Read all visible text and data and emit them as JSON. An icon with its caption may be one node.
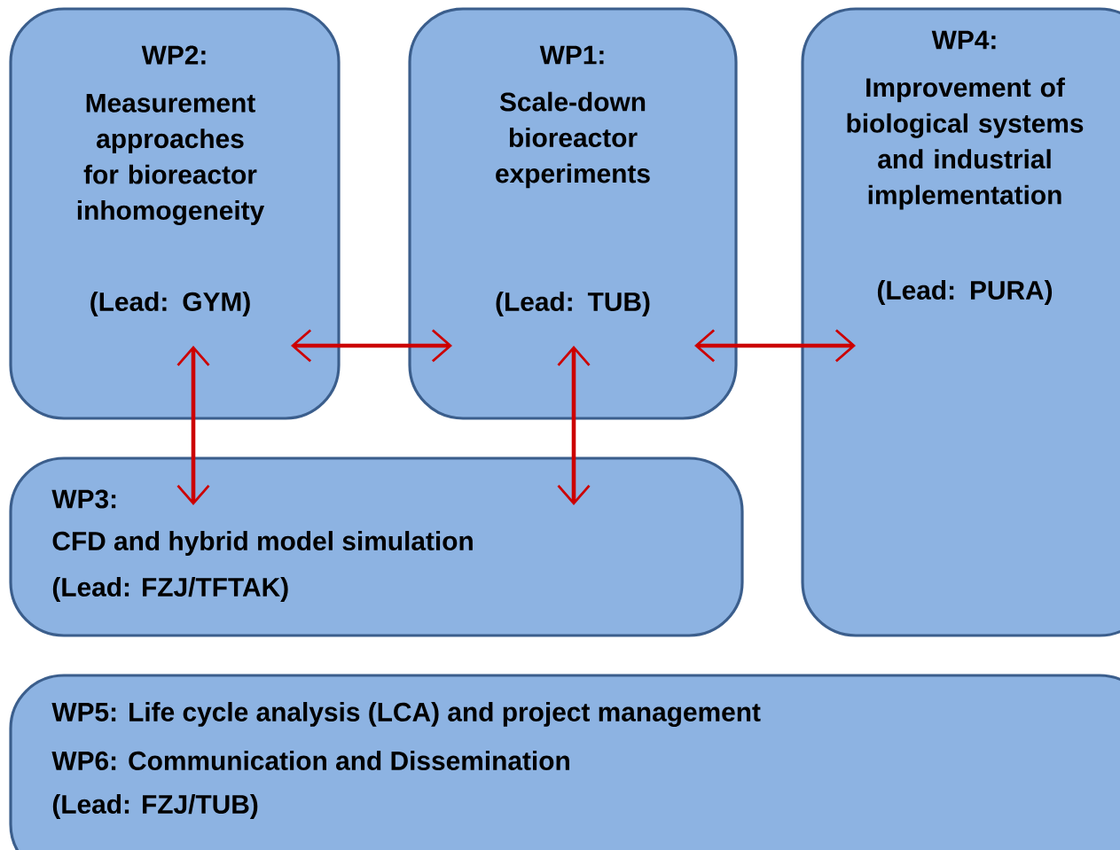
{
  "diagram": {
    "nodes": [
      {
        "text": [
          "WP2:",
          "Measurement approaches for bioreactor inhomogeneity",
          "(Lead: GYM)"
        ]
      },
      {
        "text": [
          "WP1:",
          "Scale-down bioreactor experiments",
          "(Lead: TUB)"
        ]
      },
      {
        "text": [
          "WP4:",
          "Improvement of biological systems and industrial implementation",
          "(Lead: PURA)"
        ]
      },
      {
        "text": [
          "WP3:",
          "CFD and hybrid model simulation",
          "(Lead: FZJ/TFTAK)"
        ]
      },
      {
        "text": [
          "WP5: Life cycle analysis (LCA) and project management",
          "WP6: Communication and Dissemination",
          "(Lead: FZJ/TUB)"
        ]
      }
    ],
    "edges": [
      {
        "from": 0,
        "to": 1,
        "arrow": "both"
      },
      {
        "from": 1,
        "to": 2,
        "arrow": "both"
      },
      {
        "from": 0,
        "to": 3,
        "arrow": "both"
      },
      {
        "from": 1,
        "to": 3,
        "arrow": "both"
      }
    ]
  }
}
